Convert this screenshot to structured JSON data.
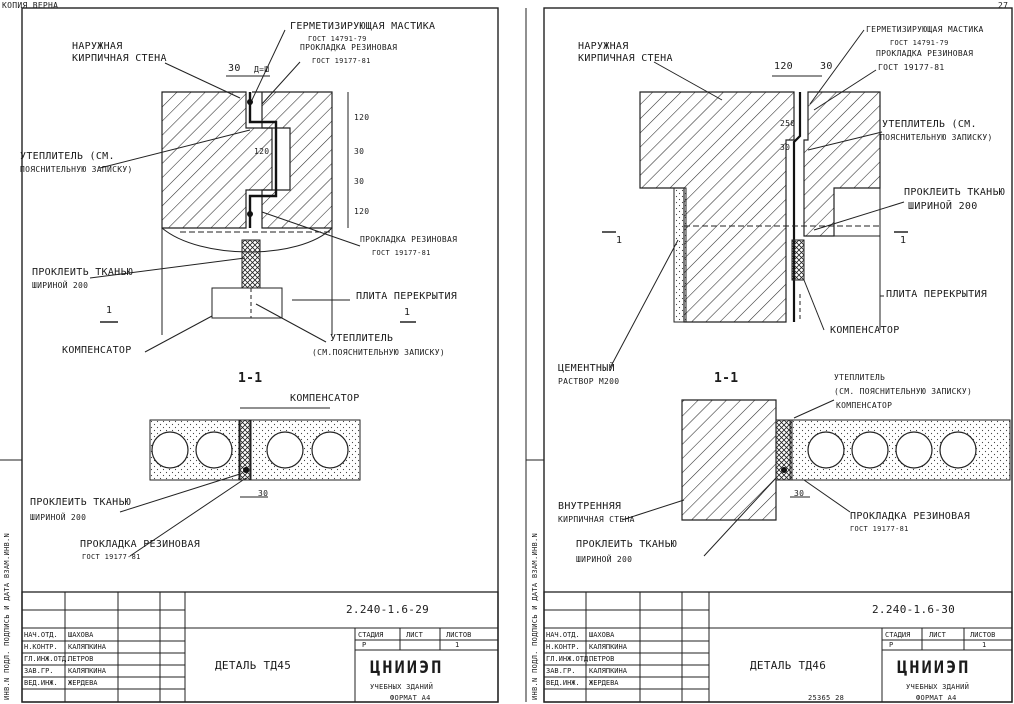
{
  "top": {
    "copy_stamp": "КОПИЯ ВЕРНА",
    "page_corner": "27"
  },
  "left": {
    "labels": {
      "outer_wall_1": "НАРУЖНАЯ",
      "outer_wall_2": "КИРПИЧНАЯ СТЕНА",
      "mastic": "ГЕРМЕТИЗИРУЮЩАЯ МАСТИКА",
      "mastic_gost": "ГОСТ 14791-79",
      "gasket_top": "ПРОКЛАДКА РЕЗИНОВАЯ",
      "gasket_top_gost": "ГОСТ 19177-81",
      "dim_30": "30",
      "dim_d": "Д=Ш",
      "dim_120a": "120",
      "dim_30a": "30",
      "dim_30b": "30",
      "dim_120b": "120",
      "dim_120c": "120",
      "insul_1": "УТЕПЛИТЕЛЬ (СМ.",
      "insul_2": "ПОЯСНИТЕЛЬНУЮ ЗАПИСКУ)",
      "gasket_mid": "ПРОКЛАДКА РЕЗИНОВАЯ",
      "gasket_mid_gost": "ГОСТ 19177-81",
      "glue_1": "ПРОКЛЕИТЬ ТКАНЬЮ",
      "glue_2": "ШИРИНОЙ 200",
      "slab": "ПЛИТА ПЕРЕКРЫТИЯ",
      "insul_b1": "УТЕПЛИТЕЛЬ",
      "insul_b2": "(СМ.ПОЯСНИТЕЛЬНУЮ ЗАПИСКУ)",
      "compensator_a": "КОМПЕНСАТОР",
      "section": "1-1",
      "section_mark_a": "1",
      "section_mark_b": "1",
      "compensator_b": "КОМПЕНСАТОР",
      "dim_30_plan": "30",
      "glue_b1": "ПРОКЛЕИТЬ ТКАНЬЮ",
      "glue_b2": "ШИРИНОЙ 200",
      "gasket_b": "ПРОКЛАДКА РЕЗИНОВАЯ",
      "gasket_b_gost": "ГОСТ 19177-81"
    },
    "side_strip": "ИНВ.N ПОДЛ. ПОДПИСЬ И ДАТА ВЗАМ.ИНВ.N",
    "title_block": {
      "code": "2.240-1.6-29",
      "detail": "ДЕТАЛЬ ТД45",
      "stage_h": "СТАДИЯ",
      "sheet_h": "ЛИСТ",
      "sheets_h": "ЛИСТОВ",
      "stage": "Р",
      "sheet": "1",
      "org": "ЦНИИЭП",
      "org_sub": "УЧЕБНЫХ ЗДАНИЙ",
      "format": "ФОРМАТ А4",
      "roles": [
        "НАЧ.ОТД.",
        "Н.КОНТР.",
        "ГЛ.ИНЖ.ОТД.",
        "ЗАВ.ГР.",
        "ВЕД.ИНЖ."
      ],
      "names": [
        "ШАХОВА",
        "КАЛЯПКИНА",
        "ПЕТРОВ",
        "КАЛЯПКИНА",
        "ЖЕРДЕВА"
      ]
    }
  },
  "right": {
    "labels": {
      "outer_wall_1": "НАРУЖНАЯ",
      "outer_wall_2": "КИРПИЧНАЯ СТЕНА",
      "mastic": "ГЕРМЕТИЗИРУЮЩАЯ МАСТИКА",
      "mastic_gost": "ГОСТ 14791-79",
      "gasket_top": "ПРОКЛАДКА РЕЗИНОВАЯ",
      "gasket_top_gost": "ГОСТ 19177-81",
      "dim_120": "120",
      "dim_30": "30",
      "dim_250": "250",
      "dim_30v": "30",
      "insul_1": "УТЕПЛИТЕЛЬ (СМ.",
      "insul_2": "ПОЯСНИТЕЛЬНУЮ ЗАПИСКУ)",
      "glue_1": "ПРОКЛЕИТЬ ТКАНЬЮ",
      "glue_2": "ШИРИНОЙ 200",
      "slab": "ПЛИТА ПЕРЕКРЫТИЯ",
      "compensator_a": "КОМПЕНСАТОР",
      "cement_1": "ЦЕМЕНТНЫЙ",
      "cement_2": "РАСТВОР М200",
      "section": "1-1",
      "section_mark_a": "1",
      "section_mark_b": "1",
      "insul_b1": "УТЕПЛИТЕЛЬ",
      "insul_b2": "(СМ. ПОЯСНИТЕЛЬНУЮ ЗАПИСКУ)",
      "compensator_b": "КОМПЕНСАТОР",
      "inner_1": "ВНУТРЕННЯЯ",
      "inner_2": "КИРПИЧНАЯ СТЕНА",
      "dim_30_plan": "30",
      "glue_b1": "ПРОКЛЕИТЬ ТКАНЬЮ",
      "glue_b2": "ШИРИНОЙ 200",
      "gasket_b": "ПРОКЛАДКА РЕЗИНОВАЯ",
      "gasket_b_gost": "ГОСТ 19177-81"
    },
    "side_strip": "ИНВ.N ПОДЛ. ПОДПИСЬ И ДАТА ВЗАМ.ИНВ.N",
    "title_block": {
      "code": "2.240-1.6-30",
      "detail": "ДЕТАЛЬ ТД46",
      "stage_h": "СТАДИЯ",
      "sheet_h": "ЛИСТ",
      "sheets_h": "ЛИСТОВ",
      "stage": "Р",
      "sheet": "1",
      "org": "ЦНИИЭП",
      "org_sub": "УЧЕБНЫХ ЗДАНИЙ",
      "format": "ФОРМАТ А4",
      "archive": "25365 28",
      "roles": [
        "НАЧ.ОТД.",
        "Н.КОНТР.",
        "ГЛ.ИНЖ.ОТД.",
        "ЗАВ.ГР.",
        "ВЕД.ИНЖ."
      ],
      "names": [
        "ШАХОВА",
        "КАЛЯПКИНА",
        "ПЕТРОВ",
        "КАЛЯПКИНА",
        "ЖЕРДЕВА"
      ]
    }
  }
}
